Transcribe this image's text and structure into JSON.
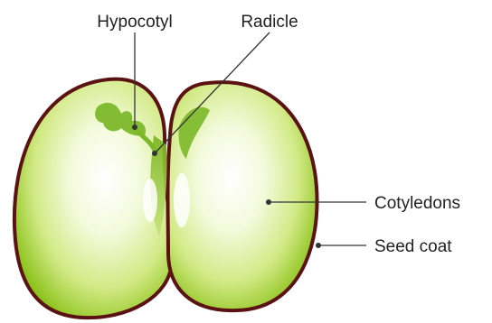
{
  "labels": {
    "hypocotyl": "Hypocotyl",
    "radicle": "Radicle",
    "cotyledons": "Cotyledons",
    "seed_coat": "Seed coat"
  },
  "colors": {
    "seed_coat": "#5b1212",
    "cotyledon_light": "#ffffff",
    "cotyledon_mid": "#e2f2a8",
    "cotyledon_dark": "#96c81e",
    "embryo": "#7cb82a",
    "leader_line": "#333333",
    "text": "#222222"
  }
}
